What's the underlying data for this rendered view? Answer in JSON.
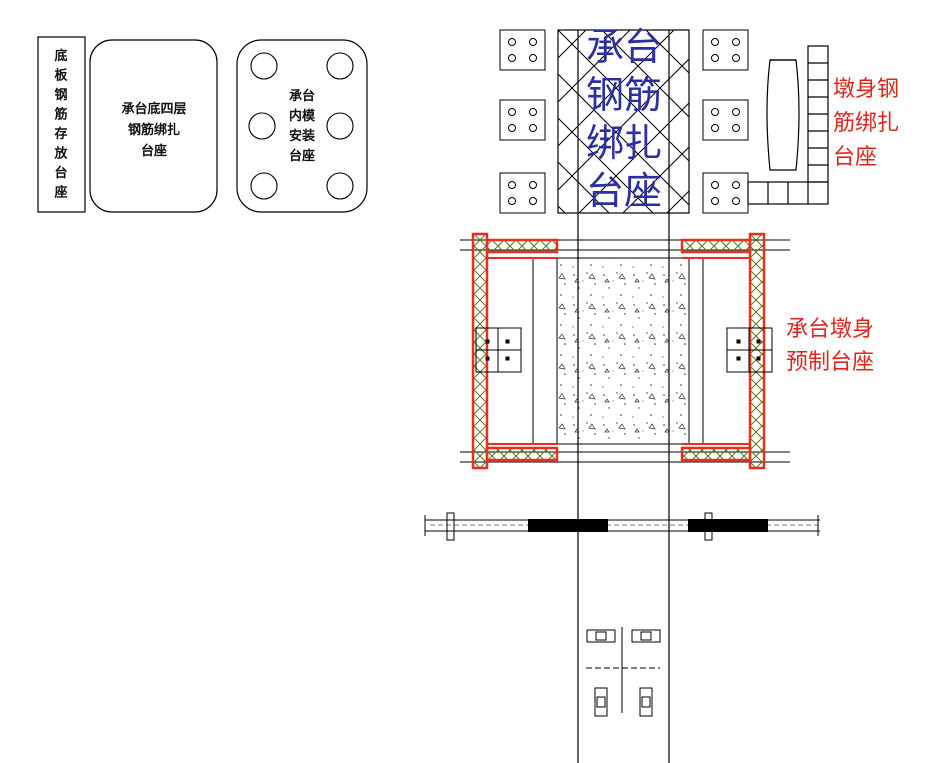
{
  "labels": {
    "bottom_rebar_storage": [
      "底",
      "板",
      "钢",
      "筋",
      "存",
      "放",
      "台",
      "座"
    ],
    "four_layer_rebar_pedestal": [
      "承台底四层",
      "钢筋绑扎",
      "台座"
    ],
    "inner_formwork_pedestal": [
      "承台",
      "内模",
      "安装",
      "台座"
    ],
    "cap_rebar_pedestal": [
      "承台",
      "钢筋",
      "绑扎",
      "台座"
    ],
    "pier_rebar_pedestal": [
      "墩身钢",
      "筋绑扎",
      "台座"
    ],
    "cap_pier_precast_pedestal": [
      "承台墩身",
      "预制台座"
    ]
  },
  "colors": {
    "line": "#000000",
    "label_blue": "#2b2fa0",
    "label_red": "#e0261c",
    "frame_red": "#e8301e",
    "truss_green": "#5a7a1a"
  }
}
